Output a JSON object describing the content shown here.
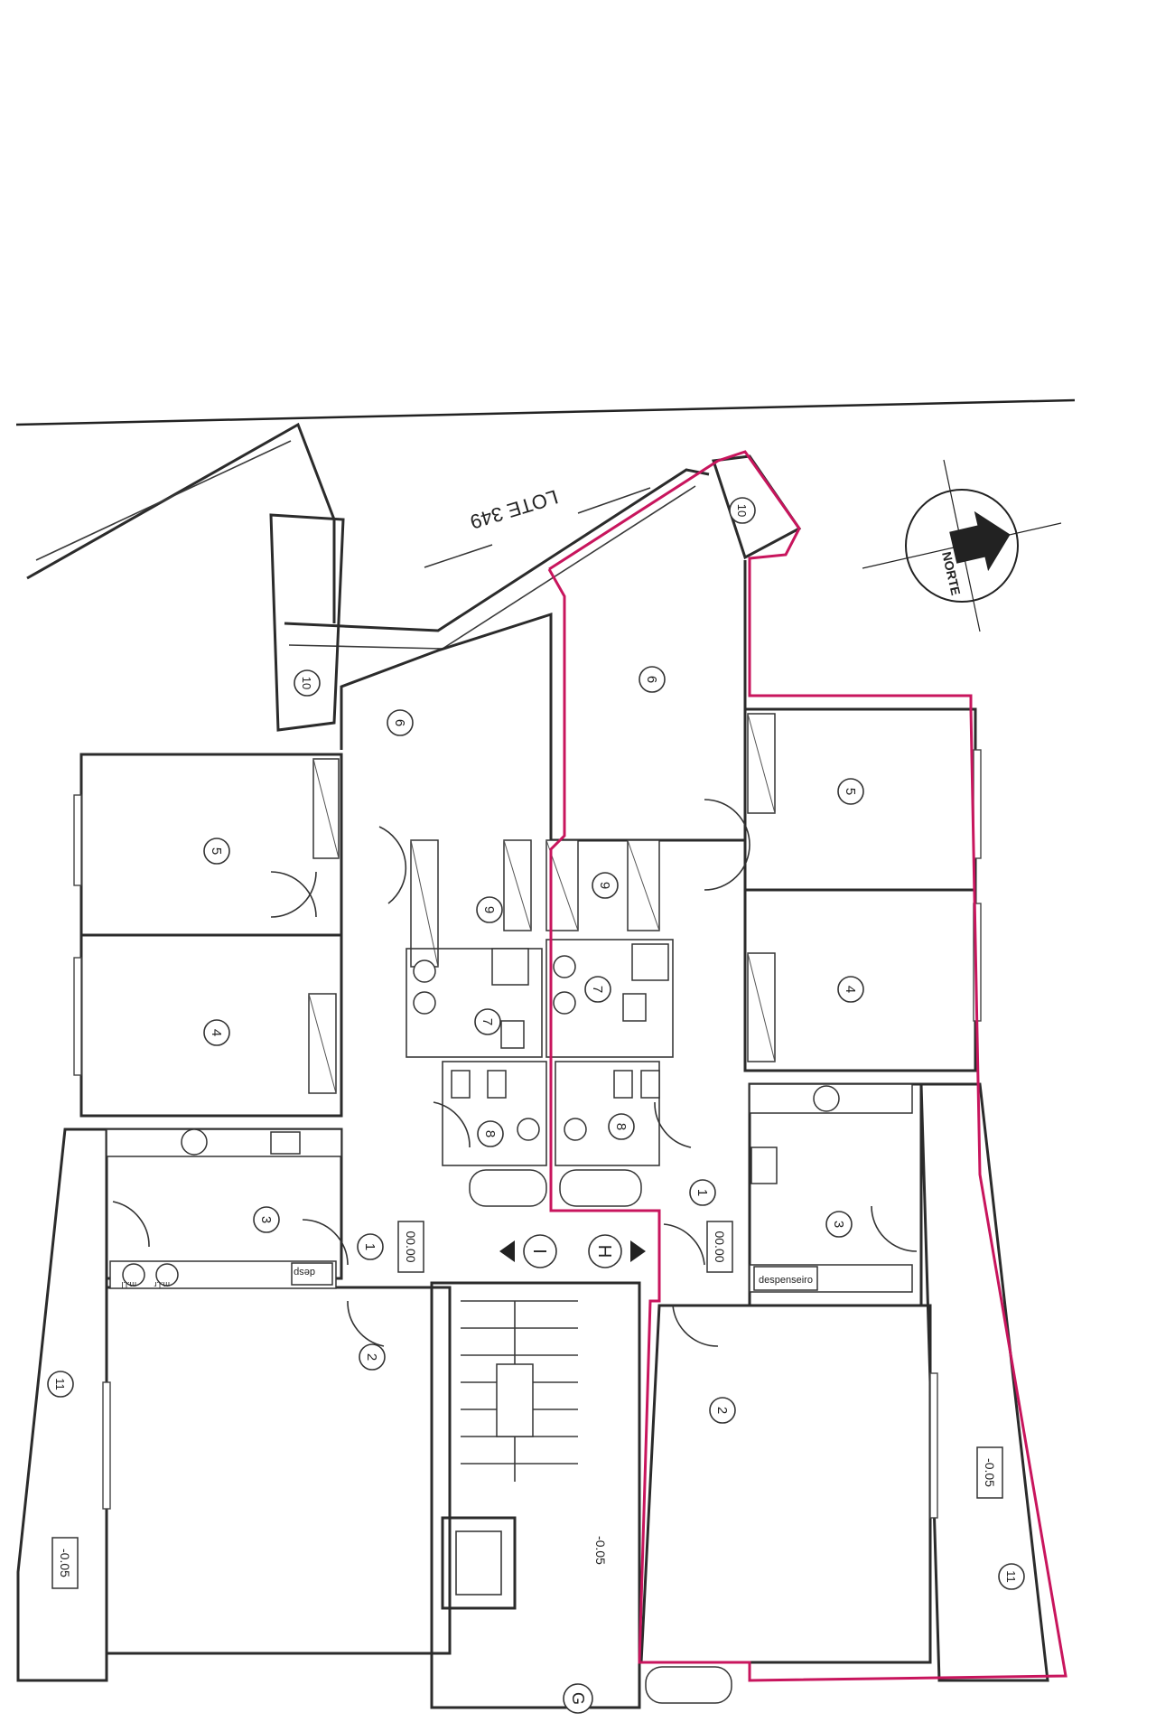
{
  "plan": {
    "lot_label": "LOTE 349",
    "north_label": "NORTE",
    "room_numbers": [
      "1",
      "2",
      "3",
      "4",
      "5",
      "6",
      "7",
      "8",
      "9",
      "10",
      "11"
    ],
    "level_labels": [
      "00.00",
      "00.00",
      "-0.05",
      "-0.05",
      "-0.05"
    ],
    "stair_labels": [
      "I",
      "H",
      "G"
    ],
    "pantry_labels": [
      "desp",
      "despenseiro"
    ],
    "appliance_labels": [
      "m.l.l",
      "m.l.r"
    ],
    "highlight_color": "#c8155d",
    "line_color": "#2b2b2b"
  }
}
